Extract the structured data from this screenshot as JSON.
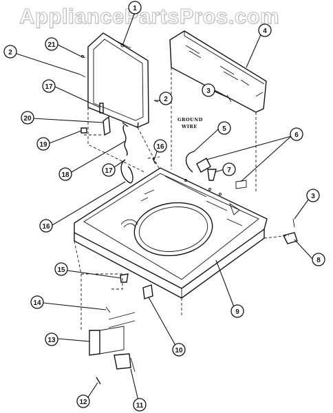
{
  "watermark": "AppliancePartsPros.com",
  "note": {
    "line1": "GROUND",
    "line2": "WIRE"
  },
  "callouts": [
    "1",
    "2",
    "21",
    "17",
    "20",
    "19",
    "18",
    "17",
    "16",
    "2",
    "3",
    "4",
    "5",
    "6",
    "7",
    "16",
    "15",
    "14",
    "13",
    "12",
    "11",
    "10",
    "9",
    "8",
    "3"
  ]
}
